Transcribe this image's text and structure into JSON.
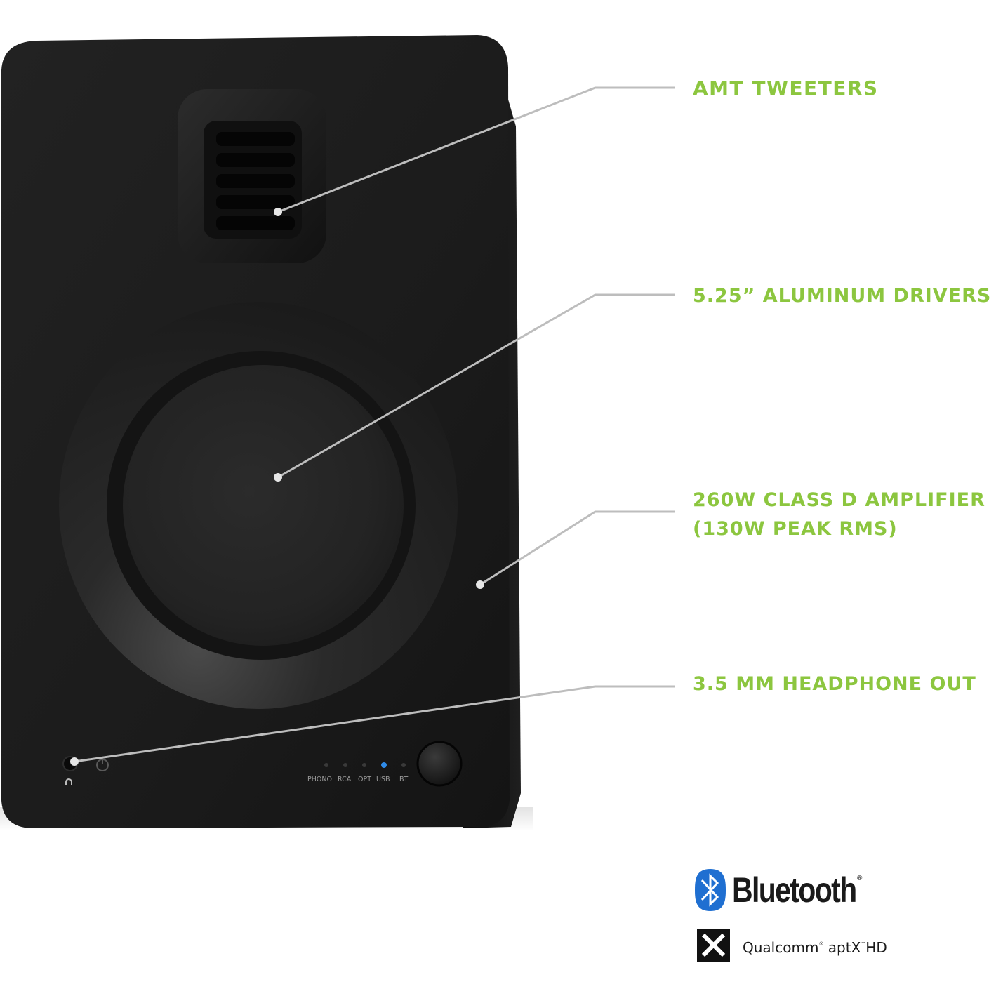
{
  "colors": {
    "accent_green": "#8cc63f",
    "leader_line": "#bdbdbd",
    "speaker_body": "#1c1c1c",
    "bluetooth_blue": "#1f6fd1",
    "usb_led": "#2f8be8"
  },
  "callouts": {
    "tweeters": "AMT TWEETERS",
    "drivers": "5.25” ALUMINUM DRIVERS",
    "amplifier_line1": "260W CLASS D AMPLIFIER",
    "amplifier_line2": "(130W PEAK RMS)",
    "headphone": "3.5 MM HEADPHONE OUT"
  },
  "inputs": [
    {
      "label": "PHONO",
      "active": false
    },
    {
      "label": "RCA",
      "active": false
    },
    {
      "label": "OPT",
      "active": false
    },
    {
      "label": "USB",
      "active": true
    },
    {
      "label": "BT",
      "active": false
    }
  ],
  "logos": {
    "bluetooth_wordmark": "Bluetooth",
    "bluetooth_registered": "®",
    "qualcomm": "Qualcomm",
    "qualcomm_registered": "®",
    "aptx": "aptX",
    "aptx_tm": "™",
    "hd": "HD"
  },
  "icons": [
    "headphone-icon",
    "power-icon",
    "volume-knob",
    "bluetooth-icon",
    "aptx-icon"
  ]
}
